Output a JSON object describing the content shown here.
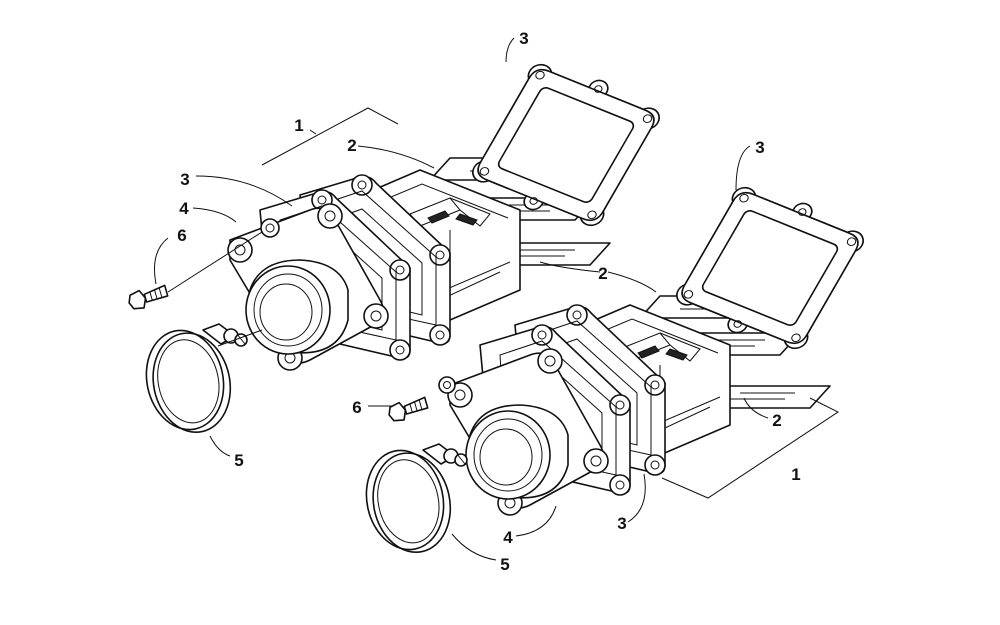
{
  "callouts": [
    {
      "id": "c1a",
      "text": "1"
    },
    {
      "id": "c2a",
      "text": "2"
    },
    {
      "id": "c3a",
      "text": "3"
    },
    {
      "id": "c4a",
      "text": "4"
    },
    {
      "id": "c6a",
      "text": "6"
    },
    {
      "id": "c5a",
      "text": "5"
    },
    {
      "id": "c3b",
      "text": "3"
    },
    {
      "id": "c3c",
      "text": "3"
    },
    {
      "id": "c2b",
      "text": "2"
    },
    {
      "id": "c6b",
      "text": "6"
    },
    {
      "id": "c2c",
      "text": "2"
    },
    {
      "id": "c1b",
      "text": "1"
    },
    {
      "id": "c3d",
      "text": "3"
    },
    {
      "id": "c4b",
      "text": "4"
    },
    {
      "id": "c5b",
      "text": "5"
    }
  ]
}
